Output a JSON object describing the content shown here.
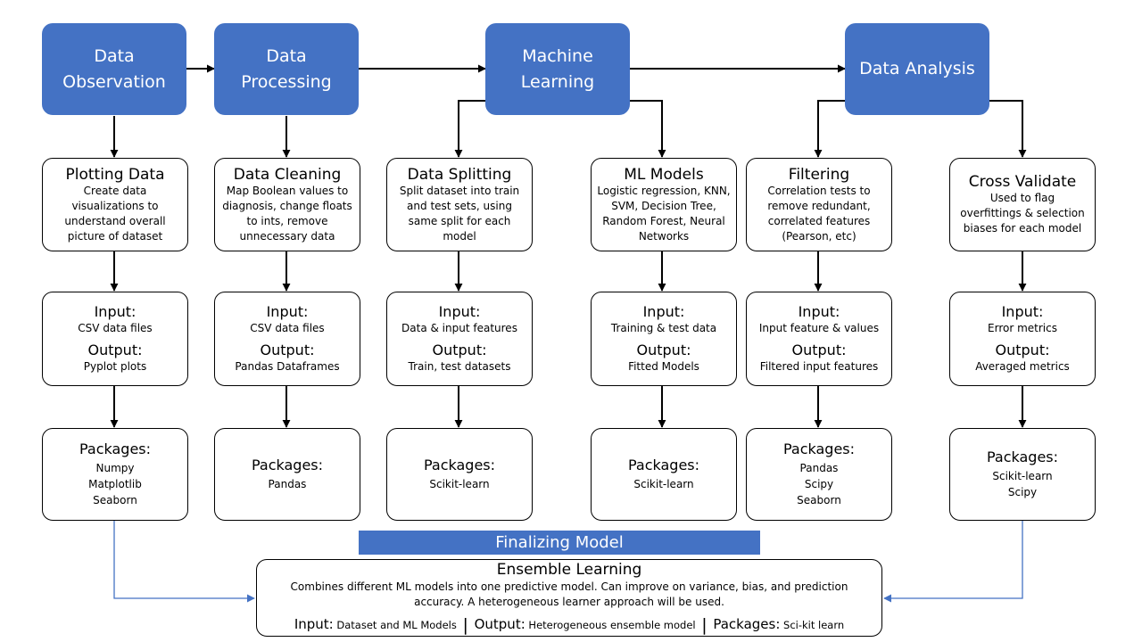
{
  "stages": [
    {
      "label": "Data Observation"
    },
    {
      "label": "Data Processing"
    },
    {
      "label": "Machine Learning"
    },
    {
      "label": "Data Analysis"
    }
  ],
  "columns": [
    {
      "title": "Plotting Data",
      "description": "Create data visualizations to understand overall picture of dataset",
      "input_label": "Input:",
      "input_value": "CSV data files",
      "output_label": "Output:",
      "output_value": "Pyplot plots",
      "packages_label": "Packages:",
      "packages": [
        "Numpy",
        "Matplotlib",
        "Seaborn"
      ]
    },
    {
      "title": "Data Cleaning",
      "description": "Map Boolean values to diagnosis, change floats to ints, remove unnecessary data",
      "input_label": "Input:",
      "input_value": "CSV data files",
      "output_label": "Output:",
      "output_value": "Pandas Dataframes",
      "packages_label": "Packages:",
      "packages": [
        "Pandas"
      ]
    },
    {
      "title": "Data Splitting",
      "description": "Split dataset into train and test sets, using same split for each model",
      "input_label": "Input:",
      "input_value": "Data & input features",
      "output_label": "Output:",
      "output_value": "Train, test datasets",
      "packages_label": "Packages:",
      "packages": [
        "Scikit-learn"
      ]
    },
    {
      "title": "ML Models",
      "description": "Logistic regression, KNN, SVM, Decision Tree, Random Forest, Neural Networks",
      "input_label": "Input:",
      "input_value": "Training & test data",
      "output_label": "Output:",
      "output_value": "Fitted Models",
      "packages_label": "Packages:",
      "packages": [
        "Scikit-learn"
      ]
    },
    {
      "title": "Filtering",
      "description": "Correlation tests to remove redundant, correlated features (Pearson, etc)",
      "input_label": "Input:",
      "input_value": "Input feature & values",
      "output_label": "Output:",
      "output_value": "Filtered input features",
      "packages_label": "Packages:",
      "packages": [
        "Pandas",
        "Scipy",
        "Seaborn"
      ]
    },
    {
      "title": "Cross Validate",
      "description": "Used to flag overfittings & selection biases for each model",
      "input_label": "Input:",
      "input_value": "Error metrics",
      "output_label": "Output:",
      "output_value": "Averaged metrics",
      "packages_label": "Packages:",
      "packages": [
        "Scikit-learn",
        "Scipy"
      ]
    }
  ],
  "finalizing": {
    "label": "Finalizing Model"
  },
  "ensemble": {
    "title": "Ensemble Learning",
    "description": "Combines different ML models into one predictive model. Can improve on variance, bias, and prediction accuracy. A heterogeneous learner approach will be used.",
    "input_label": "Input:",
    "input_value": "Dataset and ML Models",
    "separator": "|",
    "output_label": "Output:",
    "output_value": "Heterogeneous ensemble model",
    "packages_label": "Packages:",
    "packages_value": "Sci-kit learn"
  },
  "colors": {
    "stage_fill": "#4472c4",
    "stage_text": "#ffffff",
    "connector": "#000000",
    "feedback_connector": "#4472c4"
  }
}
